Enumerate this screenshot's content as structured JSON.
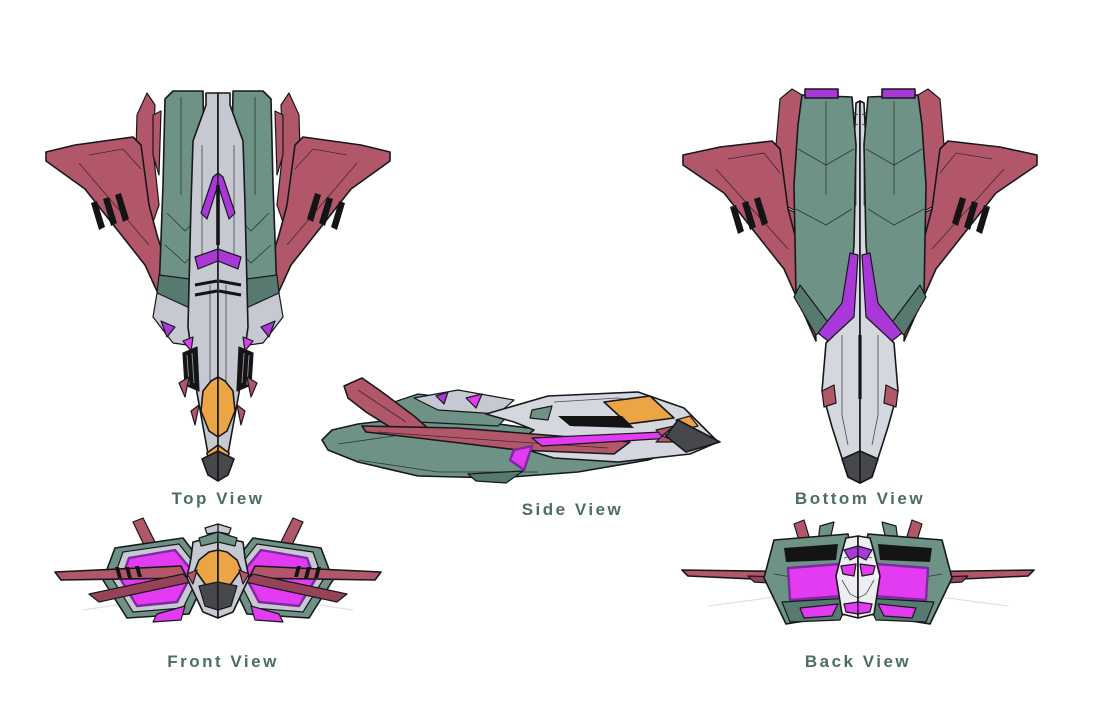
{
  "views": {
    "top": {
      "label": "Top View"
    },
    "side": {
      "label": "Side View"
    },
    "bottom": {
      "label": "Bottom View"
    },
    "front": {
      "label": "Front View"
    },
    "back": {
      "label": "Back View"
    }
  },
  "palette": {
    "red": "#b2576a",
    "red_dark": "#96435a",
    "teal": "#6f9287",
    "teal_dark": "#577a70",
    "gray": "#c6c9d1",
    "gray_light": "#d4d7de",
    "white_panel": "#eceef2",
    "magenta": "#a938d8",
    "magenta_bright": "#e23bf2",
    "magenta_deep": "#7c2a9e",
    "orange": "#eca544",
    "dark": "#47484b",
    "black_detail": "#141416",
    "outline": "#17181b",
    "whisker": "#dcdcdc",
    "label": "#4c6d66",
    "background": "#ffffff"
  }
}
